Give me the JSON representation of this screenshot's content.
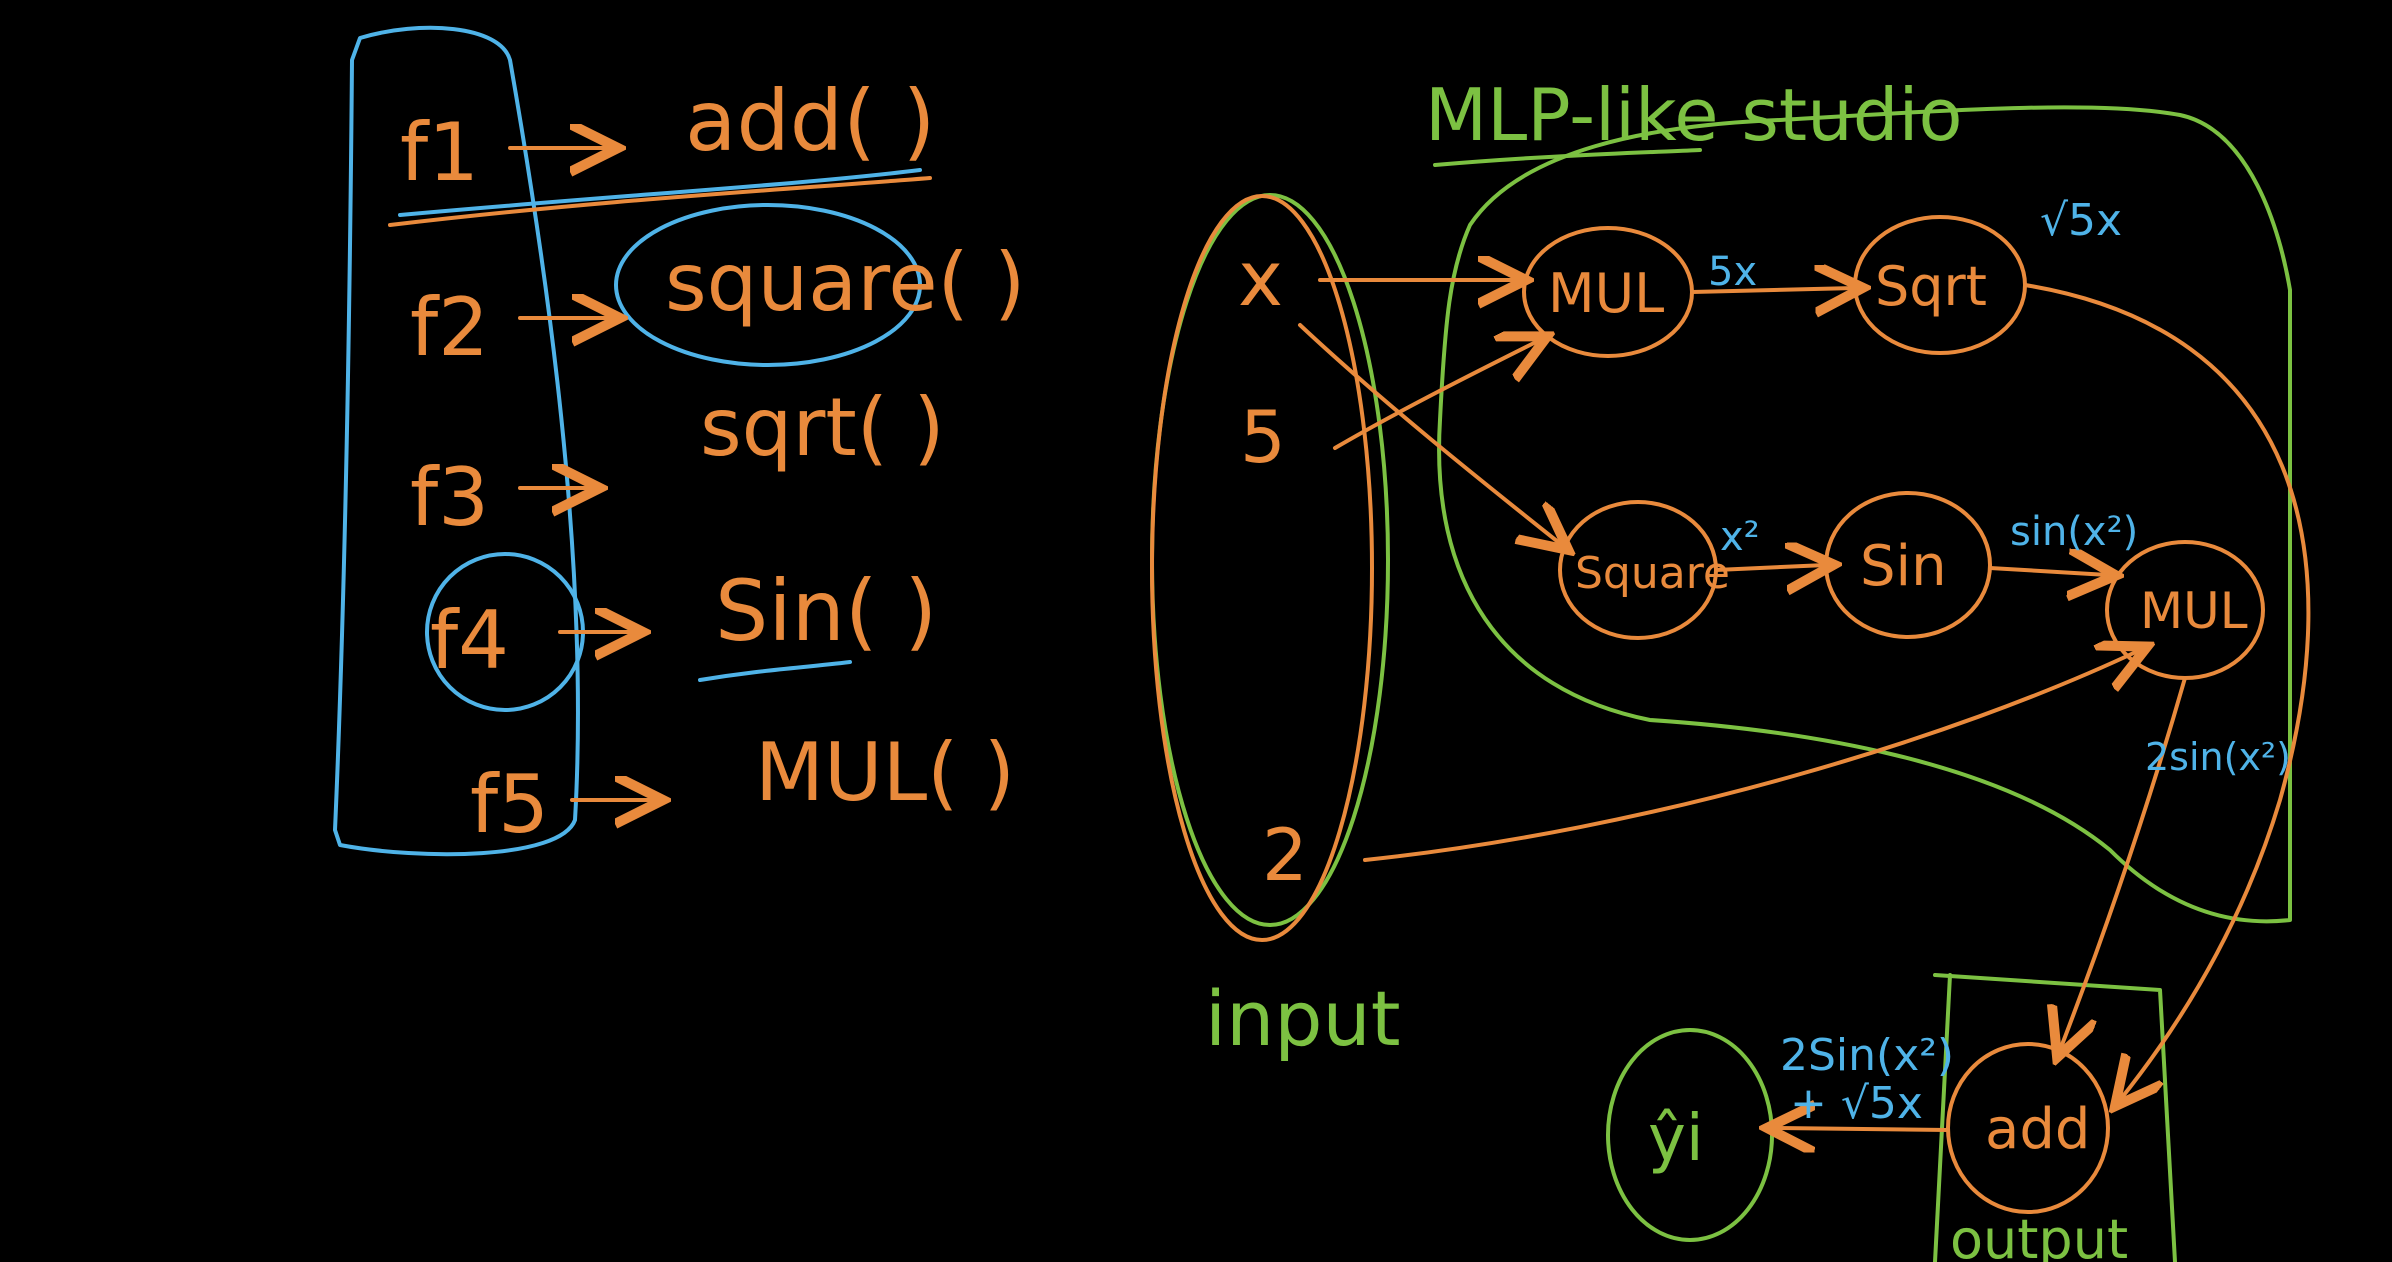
{
  "functions": [
    {
      "id": "f1",
      "call": "add( )"
    },
    {
      "id": "f2",
      "call": "square( )"
    },
    {
      "id": "f3",
      "call": "sqrt( )"
    },
    {
      "id": "f4",
      "call": "Sin( )"
    },
    {
      "id": "f5",
      "call": "MUL( )"
    }
  ],
  "title": "MLP-like studio",
  "inputs": {
    "label": "input",
    "x": "x",
    "five": "5",
    "two": "2"
  },
  "nodes": {
    "mul_top": "MUL",
    "sqrt": "Sqrt",
    "square": "Square",
    "sin": "Sin",
    "mul_right": "MUL",
    "add": "add",
    "yhat": "ŷi"
  },
  "edge_labels": {
    "five_x": "5x",
    "sqrt_five_x": "√5x",
    "x_sq": "x²",
    "sin_x_sq": "sin(x²)",
    "two_sin": "2sin(x²)",
    "final_line1": "2Sin(x²)",
    "final_line2": "+ √5x"
  },
  "output_label": "output",
  "colors": {
    "orange": "#e98a3c",
    "blue": "#4fb3e8",
    "green": "#7cc142",
    "background": "#000000"
  }
}
